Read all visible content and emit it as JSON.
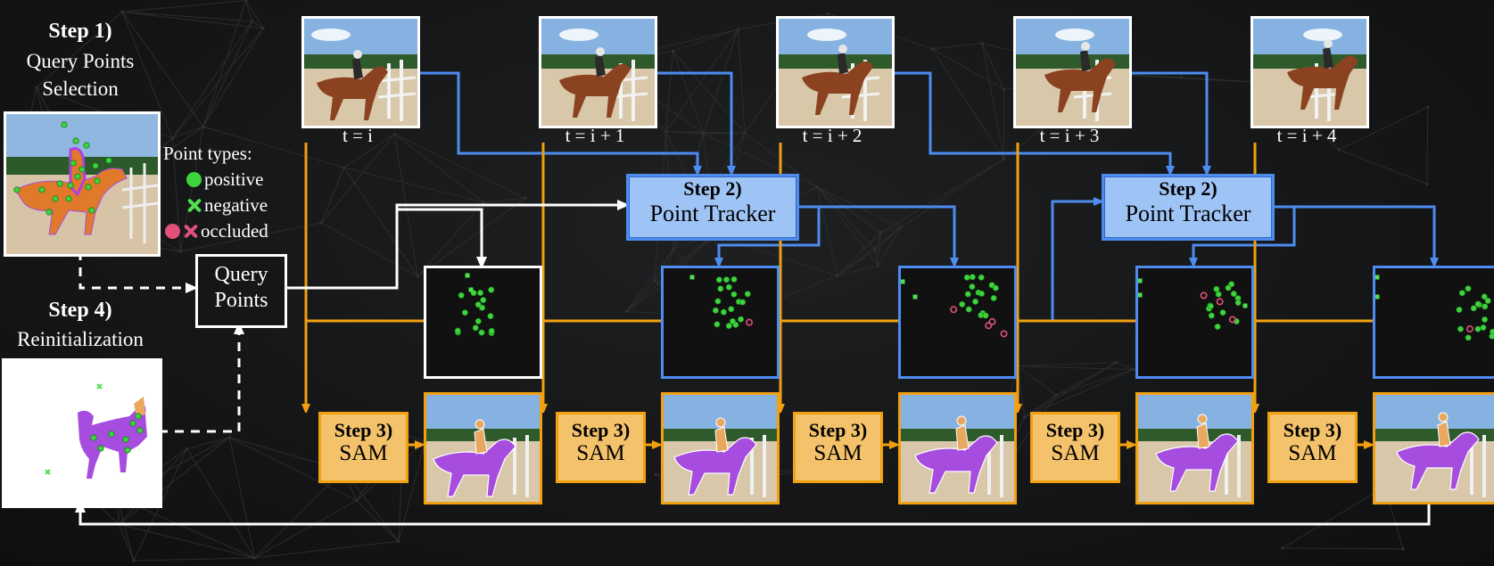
{
  "step1": {
    "title": "Step 1)",
    "line1": "Query Points",
    "line2": "Selection"
  },
  "step4": {
    "title": "Step 4)",
    "subtitle": "Reinitialization"
  },
  "legend": {
    "title": "Point types:",
    "positive": "positive",
    "negative": "negative",
    "occluded": "occluded"
  },
  "query_points": {
    "line1": "Query",
    "line2": "Points"
  },
  "frames": [
    {
      "label": "t = i"
    },
    {
      "label": "t = i + 1"
    },
    {
      "label": "t = i + 2"
    },
    {
      "label": "t = i + 3"
    },
    {
      "label": "t = i + 4"
    }
  ],
  "tracker": {
    "title": "Step 2)",
    "name": "Point Tracker"
  },
  "sam": {
    "title": "Step 3)",
    "name": "SAM"
  },
  "colors": {
    "positive": "#3ed43e",
    "negative": "#4ee04e",
    "occluded": "#e0507a",
    "tracker_fill": "#9ec3f5",
    "tracker_border": "#4e8cf0",
    "sam_fill": "#f3c26b",
    "sam_border": "#f0a010",
    "mask": "#a64de0",
    "rider_mask": "#e8a860"
  }
}
